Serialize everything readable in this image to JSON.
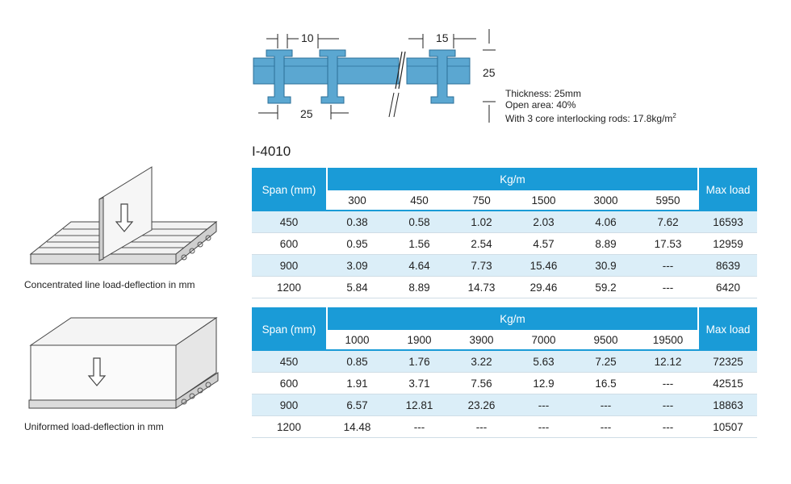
{
  "cross_section": {
    "dim_top_left": "10",
    "dim_top_right": "15",
    "dim_bottom": "25",
    "dim_height": "25",
    "thickness_label": "Thickness: 25mm",
    "open_area_label": "Open area: 40%",
    "rods_label": "With 3 core interlocking rods: 17.8kg/m",
    "rods_superscript": "2"
  },
  "model_label": "I-4010",
  "illustrations": {
    "line_load_caption": "Concentrated line load-deflection in mm",
    "uniform_load_caption": "Uniformed load-deflection in mm"
  },
  "colors": {
    "header_blue": "#1a9bd7",
    "row_tint": "#dbeef8",
    "profile_fill": "#5ba7d1"
  },
  "table_line": {
    "span_header": "Span (mm)",
    "group_header": "Kg/m",
    "max_header": "Max load",
    "columns": [
      "300",
      "450",
      "750",
      "1500",
      "3000",
      "5950"
    ],
    "rows": [
      {
        "span": "450",
        "values": [
          "0.38",
          "0.58",
          "1.02",
          "2.03",
          "4.06",
          "7.62"
        ],
        "max": "16593"
      },
      {
        "span": "600",
        "values": [
          "0.95",
          "1.56",
          "2.54",
          "4.57",
          "8.89",
          "17.53"
        ],
        "max": "12959"
      },
      {
        "span": "900",
        "values": [
          "3.09",
          "4.64",
          "7.73",
          "15.46",
          "30.9",
          "---"
        ],
        "max": "8639"
      },
      {
        "span": "1200",
        "values": [
          "5.84",
          "8.89",
          "14.73",
          "29.46",
          "59.2",
          "---"
        ],
        "max": "6420"
      }
    ]
  },
  "table_uniform": {
    "span_header": "Span (mm)",
    "group_header": "Kg/m",
    "max_header": "Max load",
    "columns": [
      "1000",
      "1900",
      "3900",
      "7000",
      "9500",
      "19500"
    ],
    "rows": [
      {
        "span": "450",
        "values": [
          "0.85",
          "1.76",
          "3.22",
          "5.63",
          "7.25",
          "12.12"
        ],
        "max": "72325"
      },
      {
        "span": "600",
        "values": [
          "1.91",
          "3.71",
          "7.56",
          "12.9",
          "16.5",
          "---"
        ],
        "max": "42515"
      },
      {
        "span": "900",
        "values": [
          "6.57",
          "12.81",
          "23.26",
          "---",
          "---",
          "---"
        ],
        "max": "18863"
      },
      {
        "span": "1200",
        "values": [
          "14.48",
          "---",
          "---",
          "---",
          "---",
          "---"
        ],
        "max": "10507"
      }
    ]
  }
}
